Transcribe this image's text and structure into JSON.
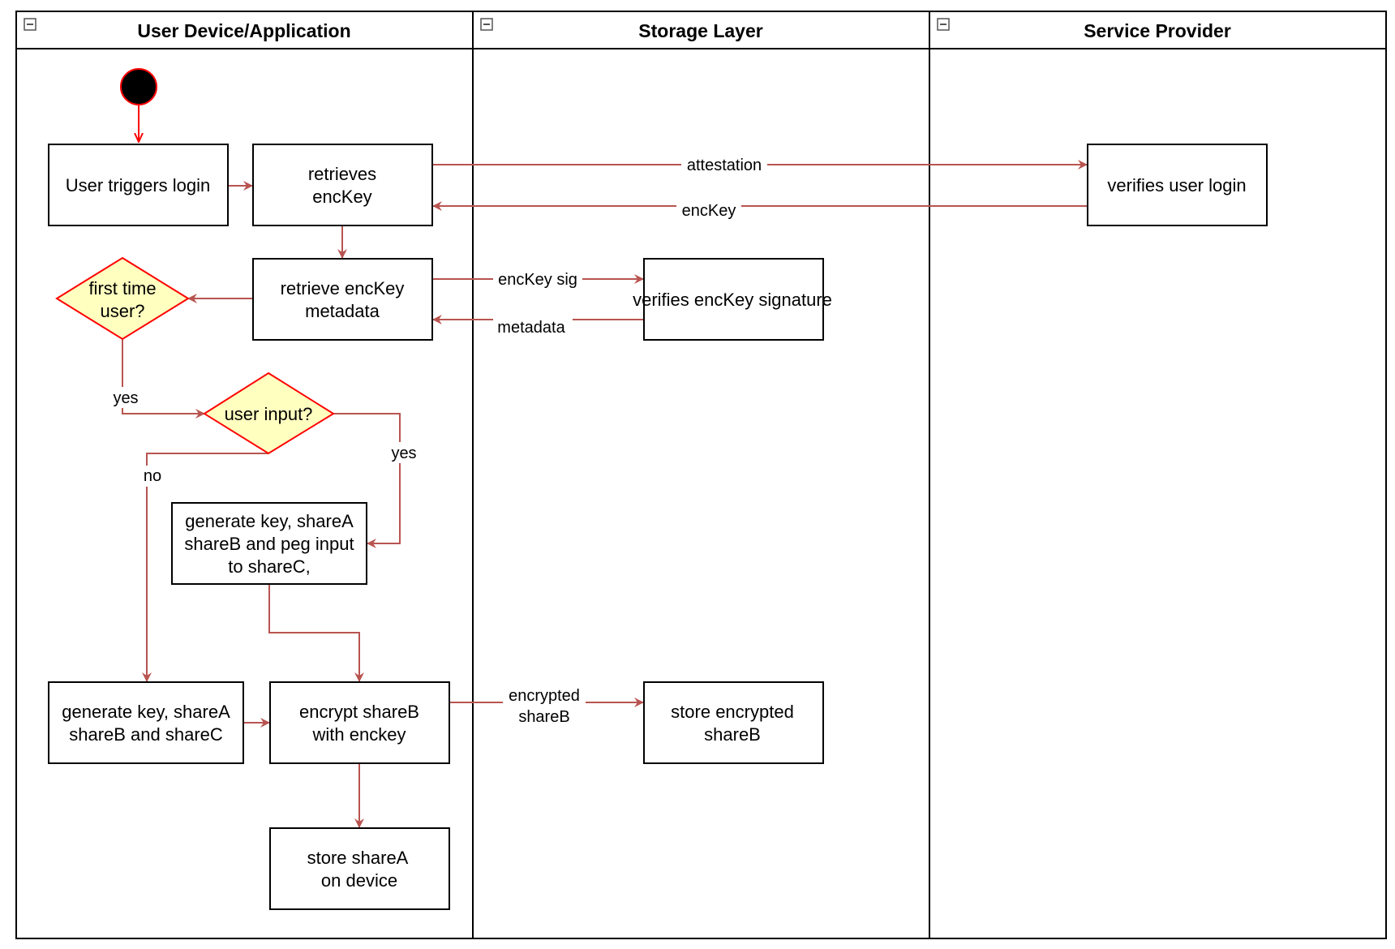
{
  "lanes": [
    {
      "title": "User Device/Application"
    },
    {
      "title": "Storage Layer"
    },
    {
      "title": "Service Provider"
    }
  ],
  "nodes": {
    "user_triggers_login": "User triggers login",
    "retrieves_enckey": [
      "retrieves",
      "encKey"
    ],
    "verifies_user_login": "verifies user login",
    "retrieve_metadata": [
      "retrieve encKey",
      "metadata"
    ],
    "verifies_signature": "verifies encKey signature",
    "first_time_user": [
      "first time",
      "user?"
    ],
    "user_input": "user input?",
    "generate_peg": [
      "generate key, shareA",
      "shareB and peg input",
      "to shareC,"
    ],
    "generate_shares": [
      "generate key, shareA",
      "shareB and shareC"
    ],
    "encrypt_shareb": [
      "encrypt shareB",
      "with enckey"
    ],
    "store_encrypted": [
      "store encrypted",
      "shareB"
    ],
    "store_sharea": [
      "store shareA",
      "on device"
    ]
  },
  "edge_labels": {
    "attestation": "attestation",
    "enckey": "encKey",
    "enckey_sig": "encKey sig",
    "metadata": "metadata",
    "yes_first": "yes",
    "yes_input": "yes",
    "no_input": "no",
    "encrypted_shareb": [
      "encrypted",
      "shareB"
    ]
  },
  "colors": {
    "edge": "#b85450",
    "start_fill": "#000000",
    "start_stroke": "#ff0000",
    "decision_fill": "#ffffc0",
    "decision_stroke": "#ff0000",
    "box_stroke": "#000000",
    "lane_stroke": "#000000"
  }
}
